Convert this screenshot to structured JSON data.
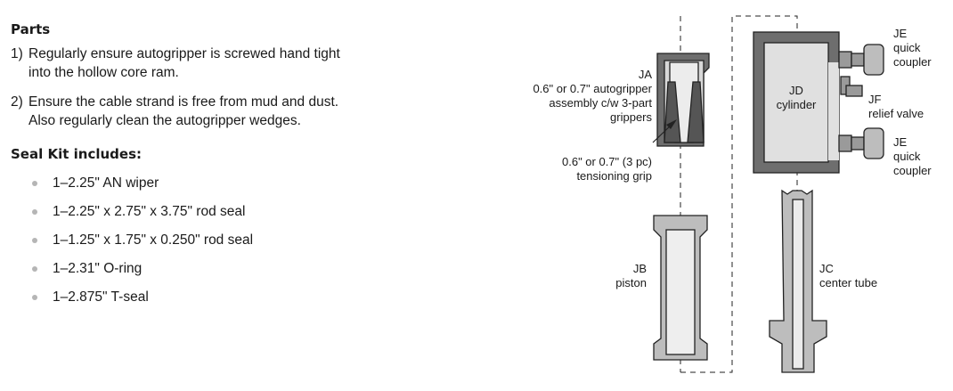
{
  "parts": {
    "heading": "Parts",
    "steps": [
      {
        "num": "1)",
        "lines": [
          "Regularly ensure autogripper is screwed hand tight",
          "into the hollow core ram."
        ]
      },
      {
        "num": "2)",
        "lines": [
          "Ensure the cable strand is free from mud and dust.",
          "Also regularly clean the autogripper wedges."
        ]
      }
    ]
  },
  "seal_kit": {
    "heading": "Seal Kit includes:",
    "items": [
      "1–2.25\" AN wiper",
      "1–2.25\" x 2.75\" x 3.75\" rod seal",
      "1–1.25\" x 1.75\" x 0.250\" rod seal",
      "1–2.31\" O-ring",
      "1–2.875\" T-seal"
    ]
  },
  "diagram": {
    "ja": {
      "code": "JA",
      "lines": [
        "0.6\" or 0.7\" autogripper",
        "assembly c/w 3-part",
        "grippers"
      ]
    },
    "grip": {
      "lines": [
        "0.6\" or 0.7\" (3 pc)",
        "tensioning grip"
      ]
    },
    "jb": {
      "code": "JB",
      "name": "piston"
    },
    "jc": {
      "code": "JC",
      "name": "center tube"
    },
    "jd": {
      "code": "JD",
      "name": "cylinder"
    },
    "je_top": {
      "code": "JE",
      "lines": [
        "quick",
        "coupler"
      ]
    },
    "jf": {
      "code": "JF",
      "name": "relief valve"
    },
    "je_bottom": {
      "code": "JE",
      "lines": [
        "quick",
        "coupler"
      ]
    }
  }
}
